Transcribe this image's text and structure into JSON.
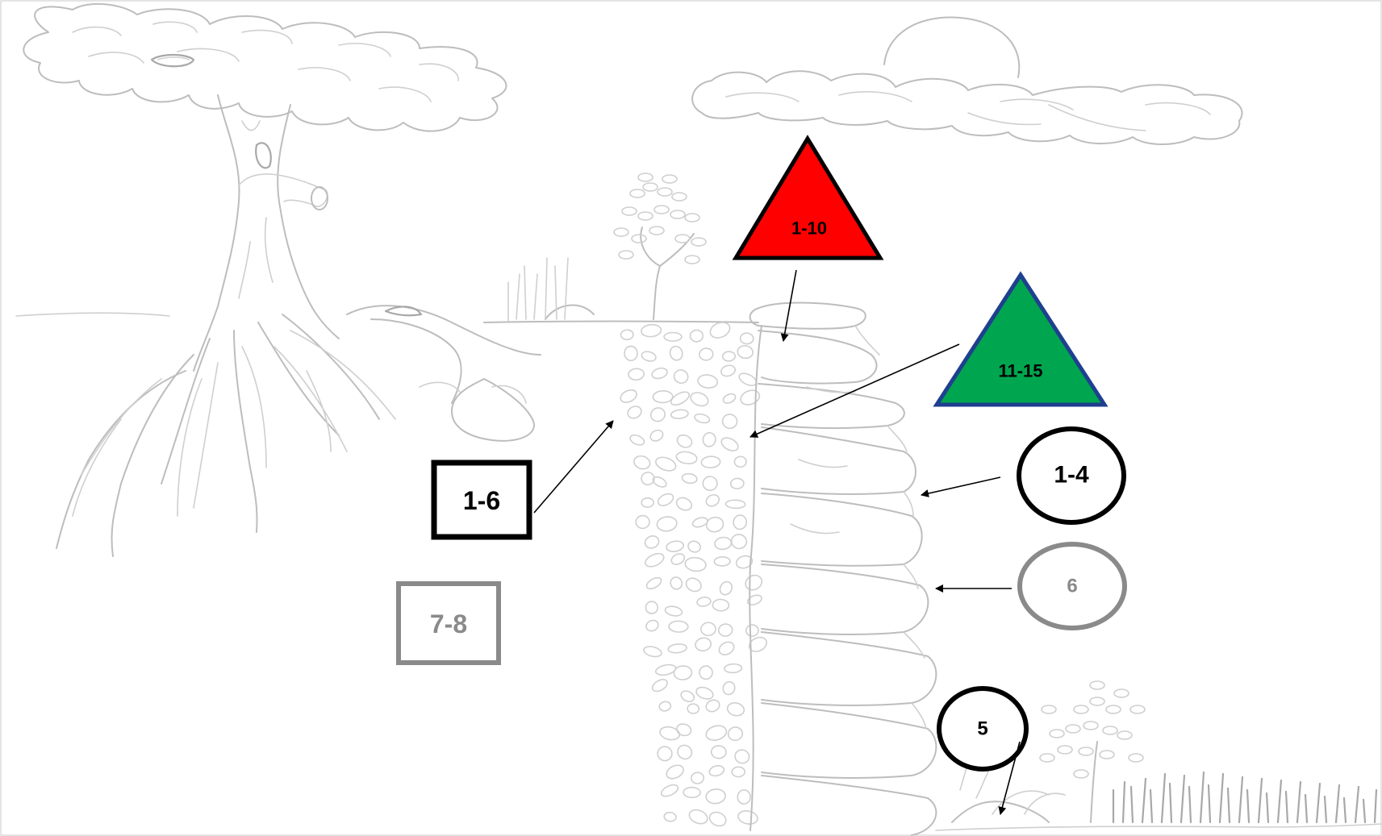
{
  "markers": {
    "triangle_red": {
      "label": "1-10",
      "fill": "#ff0000",
      "stroke": "#000000"
    },
    "triangle_green": {
      "label": "11-15",
      "fill": "#00a64f",
      "stroke": "#1f3f8f"
    },
    "square_black": {
      "label": "1-6"
    },
    "square_grey": {
      "label": "7-8"
    },
    "circle_1_4": {
      "label": "1-4"
    },
    "circle_6": {
      "label": "6"
    },
    "circle_5": {
      "label": "5"
    }
  },
  "colors": {
    "sketch": "#bdbdbd",
    "marker_black": "#000000",
    "marker_grey": "#8a8a8a"
  }
}
